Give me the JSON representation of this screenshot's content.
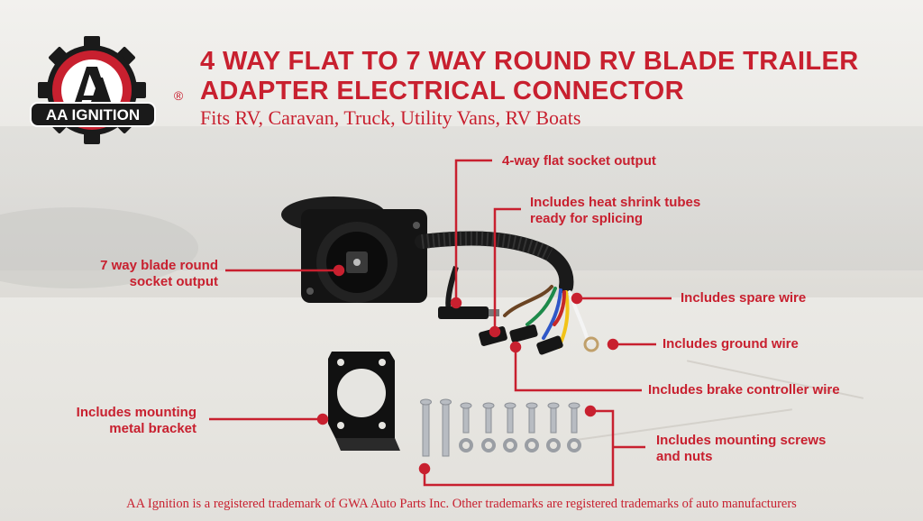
{
  "brand": {
    "logo_text": "AA IGNITION",
    "logo_letters": "AA",
    "registered_mark": "®",
    "accent_color": "#c8202f"
  },
  "header": {
    "title_line1": "4 WAY FLAT TO 7 WAY ROUND RV BLADE TRAILER",
    "title_line2": "ADAPTER ELECTRICAL CONNECTOR",
    "subtitle": "Fits RV, Caravan, Truck, Utility Vans, RV Boats"
  },
  "callouts": {
    "flat_socket": "4-way flat socket output",
    "heat_shrink_line1": "Includes heat shrink tubes",
    "heat_shrink_line2": "ready for splicing",
    "round_socket_line1": "7 way blade round",
    "round_socket_line2": "socket output",
    "spare_wire": "Includes spare wire",
    "ground_wire": "Includes ground wire",
    "brake_wire": "Includes brake controller wire",
    "bracket_line1": "Includes mounting",
    "bracket_line2": "metal bracket",
    "screws_line1": "Includes mounting screws",
    "screws_line2": "and nuts"
  },
  "footer": {
    "trademark": "AA Ignition is a registered trademark of GWA Auto Parts Inc. Other trademarks are registered trademarks of auto manufacturers"
  }
}
